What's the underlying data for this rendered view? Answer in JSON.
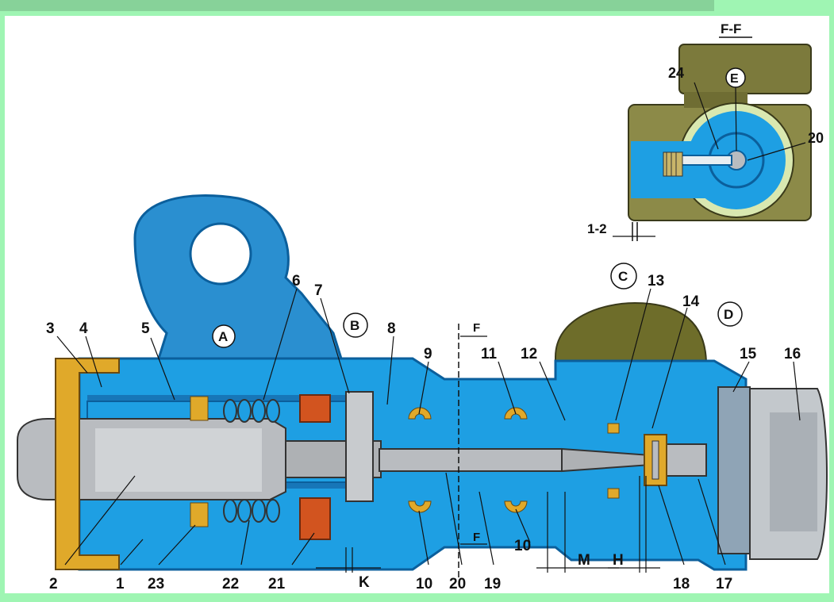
{
  "colors": {
    "frame": "#9ff5b3",
    "housing": "#1e9fe3",
    "housing_dark": "#0b5f9c",
    "steel": "#b9bcc0",
    "bracket": "#2a8fd0",
    "cap": "#e0a92a",
    "bush": "#d2541f",
    "dome": "#6e6d2a"
  },
  "section_view": {
    "title": "F-F",
    "labels": [
      "24",
      "E",
      "20",
      "1-2"
    ]
  },
  "circled_labels": [
    "A",
    "B",
    "C",
    "D"
  ],
  "part_numbers": {
    "top": [
      "3",
      "4",
      "5",
      "6",
      "7",
      "8",
      "9",
      "11",
      "12",
      "13",
      "14",
      "15",
      "16"
    ],
    "bottom": [
      "2",
      "1",
      "23",
      "22",
      "21",
      "10",
      "20",
      "19",
      "18",
      "17",
      "10"
    ]
  },
  "section_marks": [
    "F",
    "F"
  ],
  "dimensions": [
    "K",
    "M",
    "H"
  ]
}
